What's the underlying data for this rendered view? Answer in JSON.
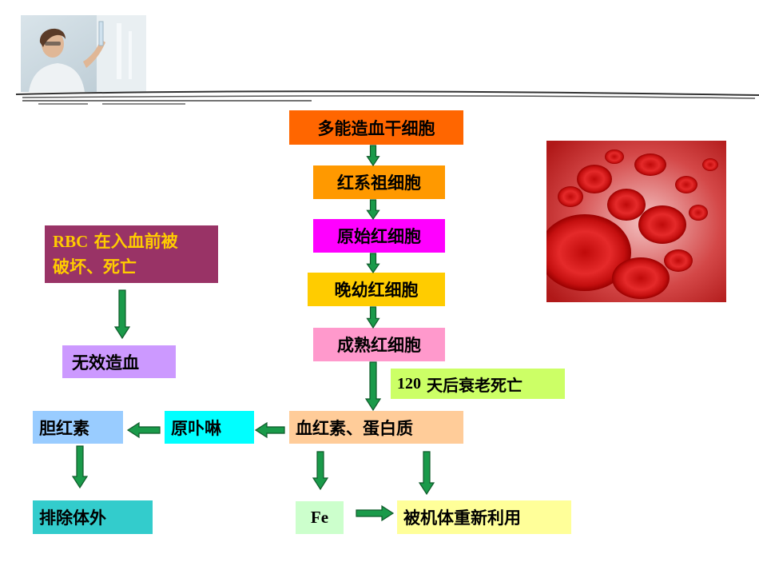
{
  "flow": {
    "stem_cell": "多能造血干细胞",
    "progenitor": "红系祖细胞",
    "proerythroblast": "原始红细胞",
    "late_erythroblast": "晚幼红细胞",
    "mature_rbc": "成熟红细胞",
    "aging_note_num": "120",
    "aging_note_text": " 天后衰老死亡",
    "hemoglobin": "血红素、蛋白质",
    "porphyrin": "原卟啉",
    "bilirubin": "胆红素",
    "excretion": "排除体外",
    "iron": "Fe",
    "reuse": "被机体重新利用",
    "rbc_before_prefix": "RBC",
    "rbc_before_text1": " 在入血前被",
    "rbc_before_text2": "破坏、死亡",
    "ineffective": "无效造血"
  },
  "colors": {
    "stem_cell": "#FF6600",
    "progenitor": "#FF9900",
    "proerythroblast": "#FF00FF",
    "late_erythroblast": "#FFCC00",
    "mature_rbc": "#FF99CC",
    "aging_note": "#CCFF66",
    "hemoglobin": "#FFCC99",
    "porphyrin": "#00FFFF",
    "bilirubin": "#99CCFF",
    "excretion": "#33CCCC",
    "iron": "#CCFFCC",
    "reuse": "#FFFF99",
    "rbc_before": "#993366",
    "ineffective": "#CC99FF",
    "arrow": "#1a9a4a"
  },
  "images": {
    "header_photo": "lab-scientist-photo",
    "rbc_photo": "red-blood-cells-photo"
  }
}
